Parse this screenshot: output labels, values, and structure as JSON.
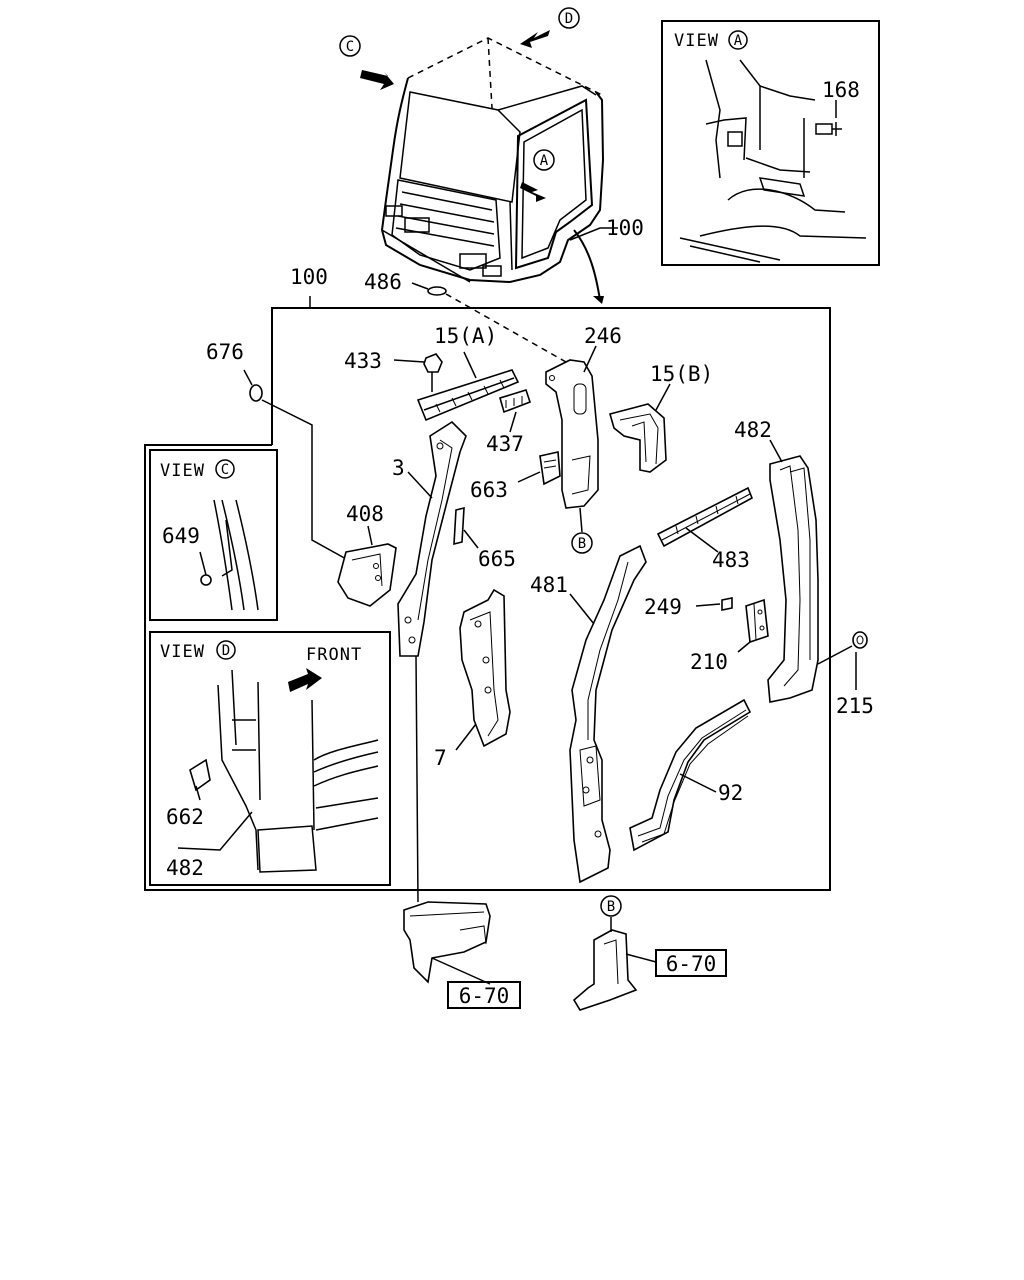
{
  "callouts": {
    "a": "A",
    "b": "B",
    "c": "C",
    "d": "D"
  },
  "views": {
    "a": "VIEW",
    "c": "VIEW",
    "d": "VIEW",
    "front": "FRONT"
  },
  "parts": {
    "cab_100": "100",
    "box_100": "100",
    "p168": "168",
    "p486": "486",
    "p676": "676",
    "p433": "433",
    "p15a": "15(A)",
    "p246": "246",
    "p15b": "15(B)",
    "p437": "437",
    "p482_main": "482",
    "p3": "3",
    "p663": "663",
    "p408": "408",
    "p665": "665",
    "p483": "483",
    "p481": "481",
    "p249": "249",
    "p649": "649",
    "p210": "210",
    "p215": "215",
    "p7": "7",
    "p92": "92",
    "p662": "662",
    "p482_view": "482"
  },
  "refs": {
    "left": "6-70",
    "right": "6-70"
  }
}
